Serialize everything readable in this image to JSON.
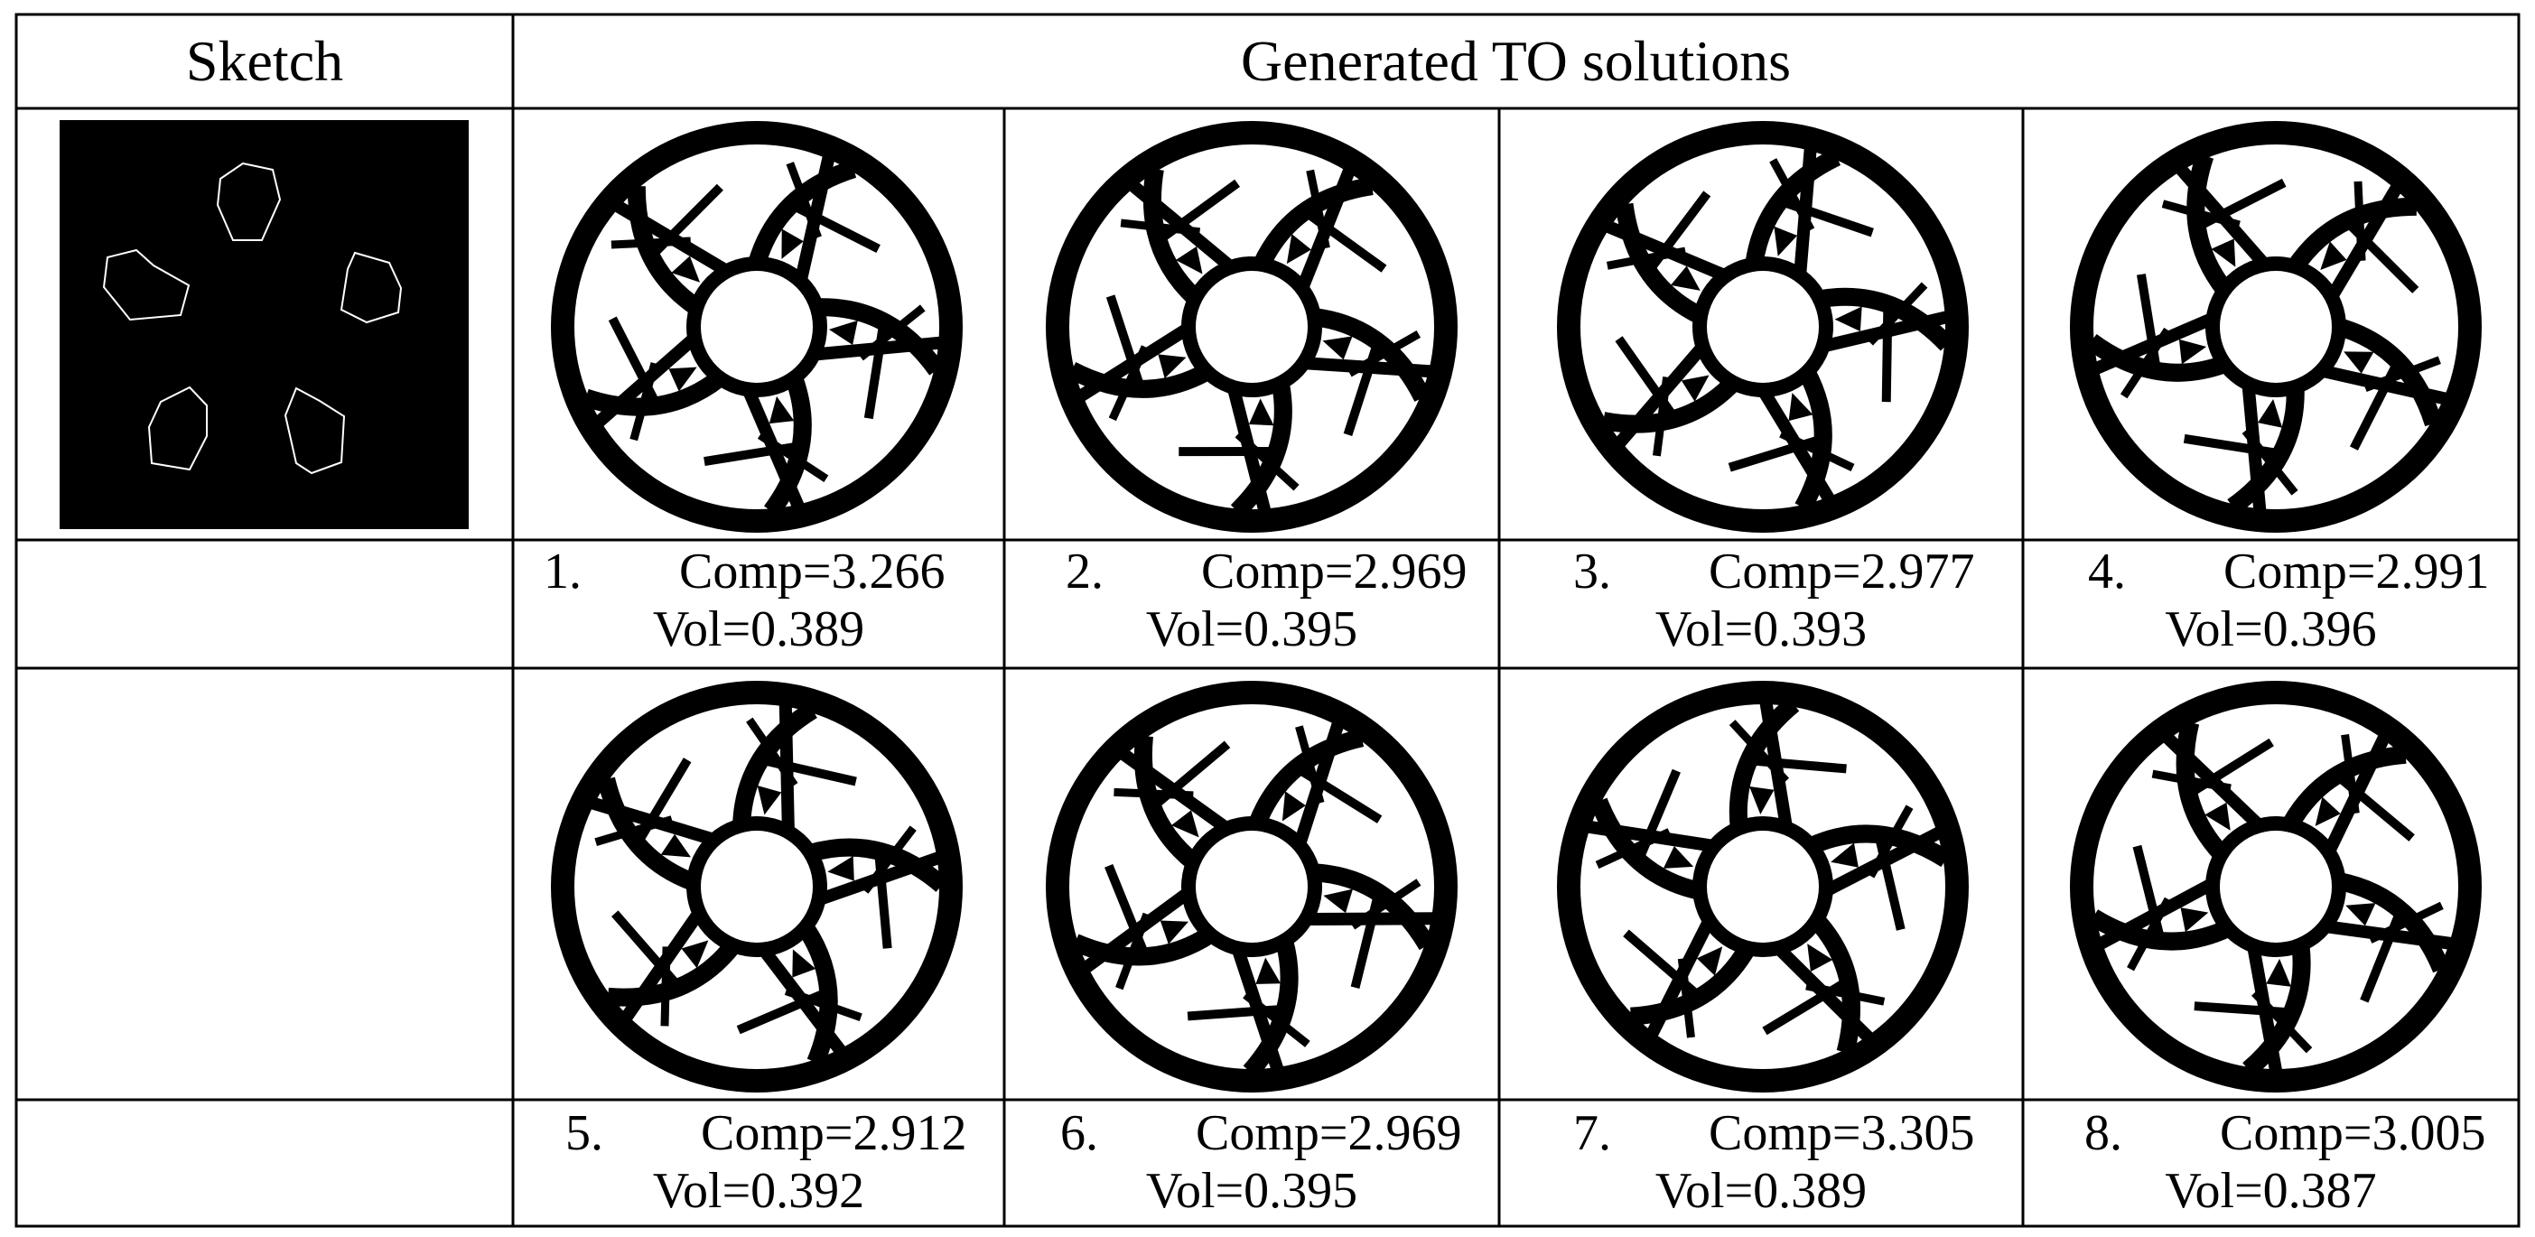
{
  "table": {
    "header": {
      "sketch": "Sketch",
      "generated": "Generated TO solutions"
    },
    "solutions": [
      {
        "index": "1.",
        "comp": "Comp=3.266",
        "vol": "Vol=0.389",
        "rotation": 0
      },
      {
        "index": "2.",
        "comp": "Comp=2.969",
        "vol": "Vol=0.395",
        "rotation": 9
      },
      {
        "index": "3.",
        "comp": "Comp=2.977",
        "vol": "Vol=0.393",
        "rotation": -8
      },
      {
        "index": "4.",
        "comp": "Comp=2.991",
        "vol": "Vol=0.396",
        "rotation": 18
      },
      {
        "index": "5.",
        "comp": "Comp=2.912",
        "vol": "Vol=0.392",
        "rotation": -14
      },
      {
        "index": "6.",
        "comp": "Comp=2.969",
        "vol": "Vol=0.395",
        "rotation": 5
      },
      {
        "index": "7.",
        "comp": "Comp=3.305",
        "vol": "Vol=0.389",
        "rotation": -22
      },
      {
        "index": "8.",
        "comp": "Comp=3.005",
        "vol": "Vol=0.387",
        "rotation": 13
      }
    ]
  },
  "colors": {
    "border": "#000000",
    "sketch_background": "#000000",
    "sketch_outline": "#ffffff",
    "structure": "#000000",
    "void": "#ffffff"
  }
}
